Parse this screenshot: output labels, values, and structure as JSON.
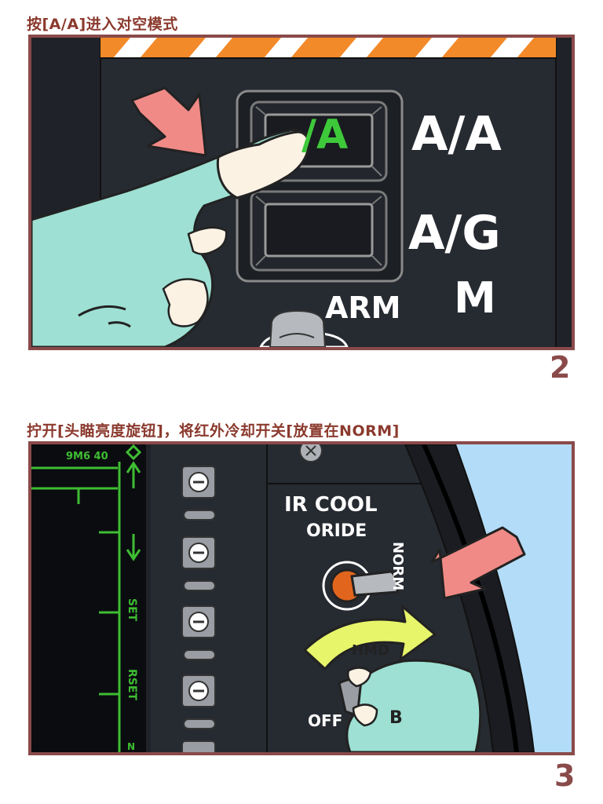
{
  "step2": {
    "caption": "按[A/A]进入对空模式",
    "number": "2",
    "button_lit_text": "/A",
    "labels": {
      "aa": "A/A",
      "ag": "A/G",
      "arm": "ARM",
      "m": "M"
    }
  },
  "step3": {
    "caption": "拧开[头瞄亮度旋钮]，将红外冷却开关[放置在NORM]",
    "number": "3",
    "display_top": "9M6 40",
    "display_set": "SET",
    "display_rset": "RSET",
    "display_n": "N",
    "labels": {
      "ir_cool": "IR COOL",
      "oride": "ORIDE",
      "norm": "NORM",
      "hmd": "HMD",
      "off": "OFF",
      "b": "B"
    }
  },
  "colors": {
    "panel": "#262a31",
    "frame": "#8a4a4a",
    "caption": "#8b3a2e",
    "arrow": "#f08a86",
    "hand": "#9ee0d3",
    "lit_green": "#3ec93a",
    "hmd_yellow": "#e7f56a",
    "sky": "#b3dcf8",
    "toggle_orange": "#e2651e"
  }
}
